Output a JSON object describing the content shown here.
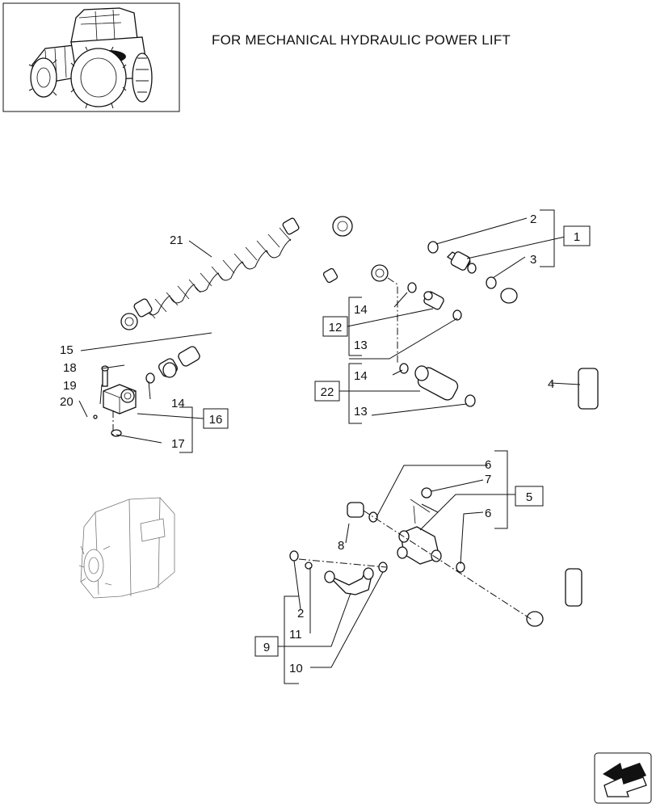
{
  "header": {
    "title": "FOR MECHANICAL HYDRAULIC POWER LIFT"
  },
  "callouts": {
    "p1": "1",
    "p2a": "2",
    "p3": "3",
    "p4": "4",
    "p5": "5",
    "p6a": "6",
    "p6b": "6",
    "p7": "7",
    "p8": "8",
    "p9": "9",
    "p10": "10",
    "p2b": "2",
    "p11": "11",
    "p12": "12",
    "p13a": "13",
    "p13b": "13",
    "p14a": "14",
    "p14b": "14",
    "p14c": "14",
    "p15": "15",
    "p16": "16",
    "p17": "17",
    "p18": "18",
    "p19": "19",
    "p20": "20",
    "p21": "21",
    "p22": "22"
  },
  "icons": {
    "thumbnail": "tractor-thumbnail-icon",
    "nav": "next-page-arrow-icon"
  }
}
